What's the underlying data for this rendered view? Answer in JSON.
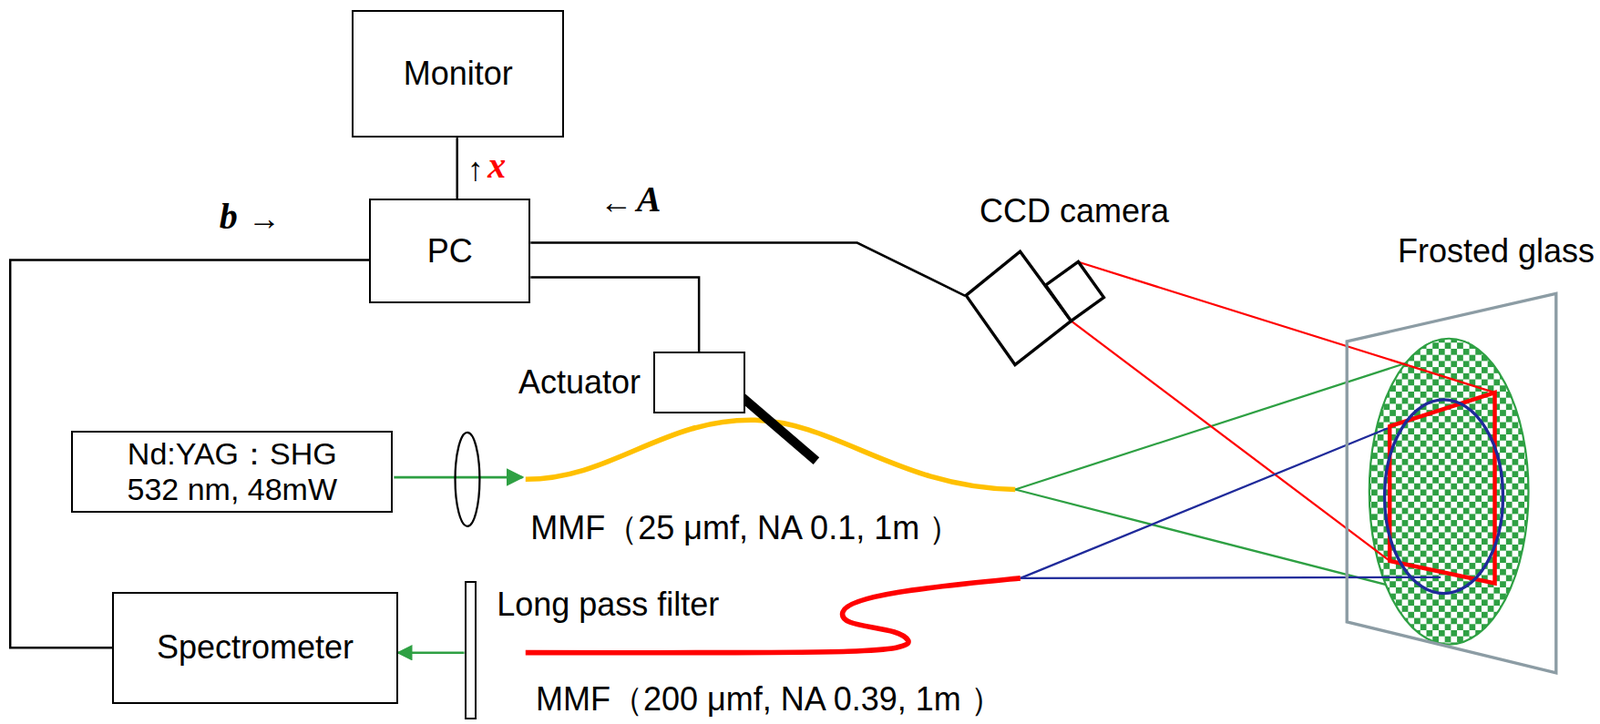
{
  "diagram": {
    "nodes": [
      {
        "text": [
          "Monitor"
        ]
      },
      {
        "text": [
          "PC"
        ]
      },
      {
        "text": [
          "CCD camera"
        ]
      },
      {
        "text": [
          "Actuator"
        ]
      },
      {
        "text": [
          "Nd:YAG：SHG 532 nm, 48mW"
        ]
      },
      {
        "text": [
          "Spectrometer"
        ]
      },
      {
        "text": [
          "Long pass filter"
        ]
      },
      {
        "text": [
          "Frosted glass"
        ]
      }
    ],
    "edges": [
      {
        "from": 1,
        "to": 0,
        "arrow": "none"
      },
      {
        "from": 1,
        "to": 5,
        "arrow": "none"
      },
      {
        "from": 1,
        "to": 2,
        "arrow": "none"
      },
      {
        "from": 1,
        "to": 3,
        "arrow": "none"
      },
      {
        "from": 6,
        "to": 5,
        "arrow": "to"
      }
    ],
    "labels": [
      "↑",
      "x",
      "b",
      "→",
      "←",
      "A",
      "MMF（25 μmf, NA 0.1, 1m ）",
      "MMF（200 μmf, NA 0.39, 1m ）"
    ]
  }
}
